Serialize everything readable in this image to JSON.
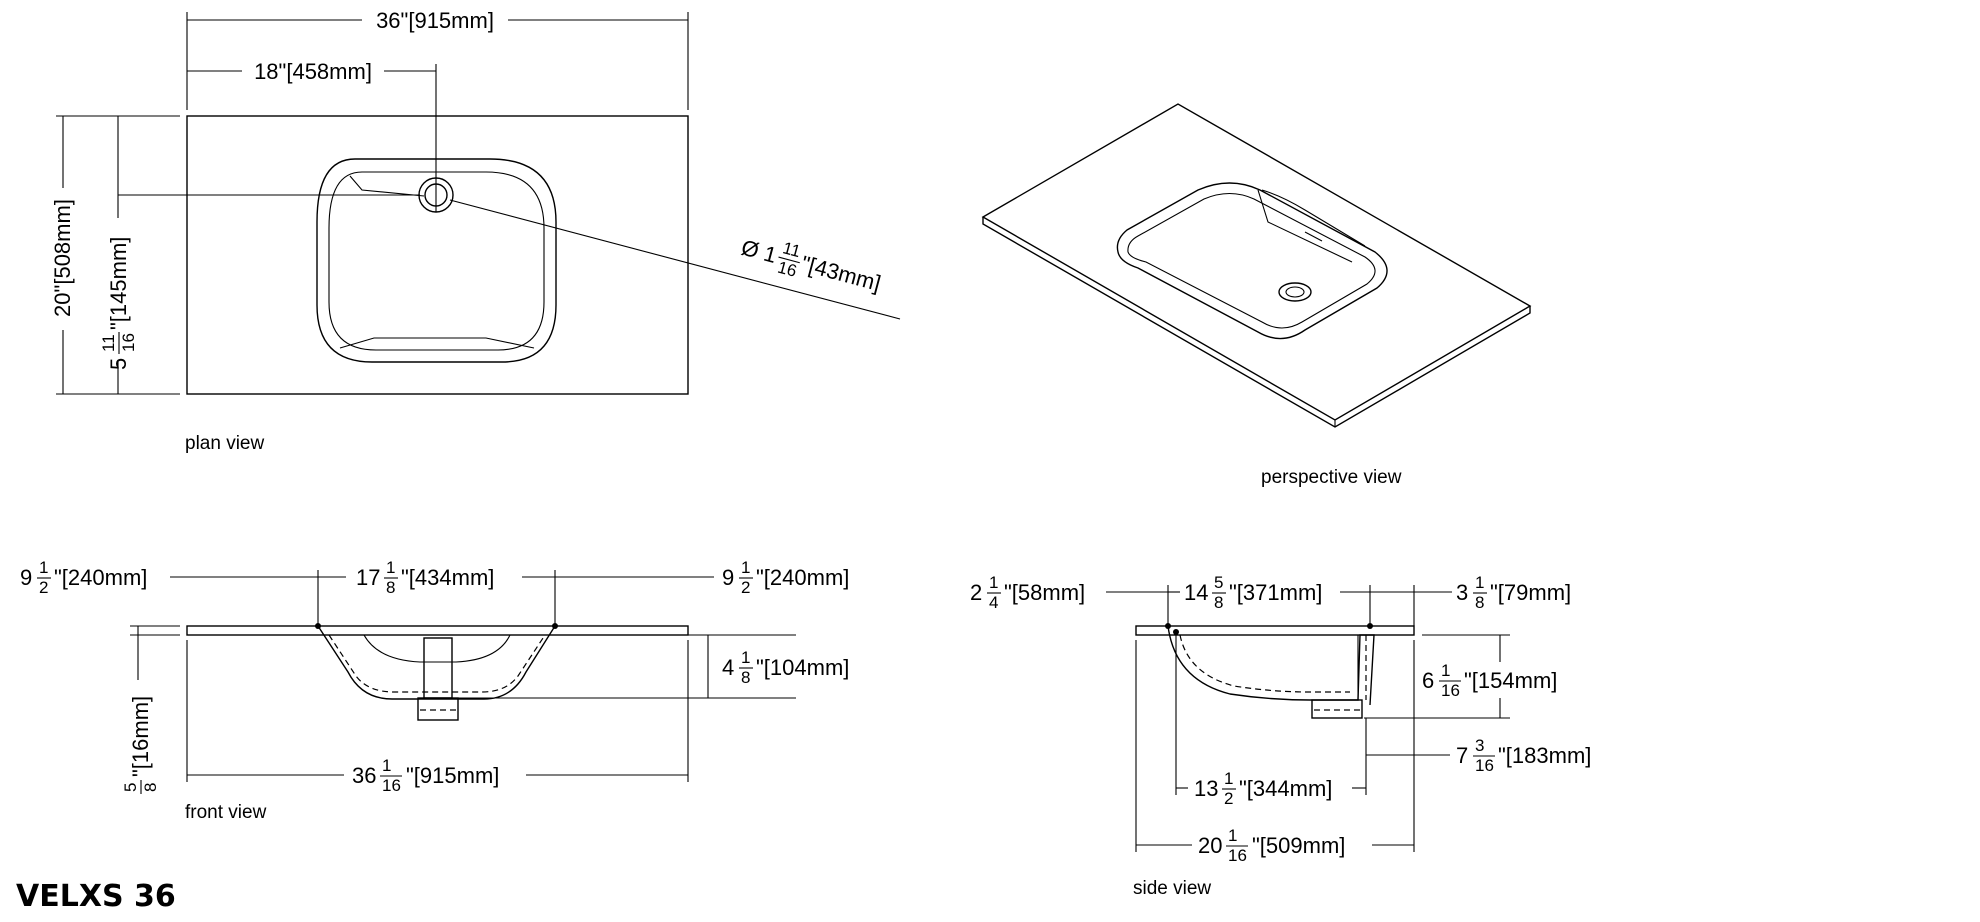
{
  "title": "VELXS 36",
  "views": {
    "plan": "plan view",
    "perspective": "perspective view",
    "front": "front view",
    "side": "side view"
  },
  "plan": {
    "overall_width": "36\"[915mm]",
    "center_offset": "18\"[458mm]",
    "overall_depth": "20\"[508mm]",
    "drain_from_back": {
      "whole": "5",
      "num": "11",
      "den": "16",
      "rest": "\"[145mm]"
    },
    "drain_diameter": {
      "prefix": "Ø 1",
      "num": "11",
      "den": "16",
      "rest": "\"[43mm]"
    }
  },
  "front": {
    "left_margin": {
      "whole": "9",
      "num": "1",
      "den": "2",
      "rest": "\"[240mm]"
    },
    "bowl_width": {
      "whole": "17",
      "num": "1",
      "den": "8",
      "rest": "\"[434mm]"
    },
    "right_margin": {
      "whole": "9",
      "num": "1",
      "den": "2",
      "rest": "\"[240mm]"
    },
    "bowl_depth": {
      "whole": "4",
      "num": "1",
      "den": "8",
      "rest": "\"[104mm]"
    },
    "overall_width": {
      "whole": "36",
      "num": "1",
      "den": "16",
      "rest": "\"[915mm]"
    },
    "top_thickness": {
      "whole": "",
      "num": "5",
      "den": "8",
      "rest": "\"[16mm]"
    }
  },
  "side": {
    "front_margin": {
      "whole": "2",
      "num": "1",
      "den": "4",
      "rest": "\"[58mm]"
    },
    "bowl_length": {
      "whole": "14",
      "num": "5",
      "den": "8",
      "rest": "\"[371mm]"
    },
    "back_margin": {
      "whole": "3",
      "num": "1",
      "den": "8",
      "rest": "\"[79mm]"
    },
    "overall_height": {
      "whole": "6",
      "num": "1",
      "den": "16",
      "rest": "\"[154mm]"
    },
    "drain_offset": {
      "whole": "7",
      "num": "3",
      "den": "16",
      "rest": "\"[183mm]"
    },
    "drain_to_front": {
      "whole": "13",
      "num": "1",
      "den": "2",
      "rest": "\"[344mm]"
    },
    "overall_depth": {
      "whole": "20",
      "num": "1",
      "den": "16",
      "rest": "\"[509mm]"
    }
  }
}
